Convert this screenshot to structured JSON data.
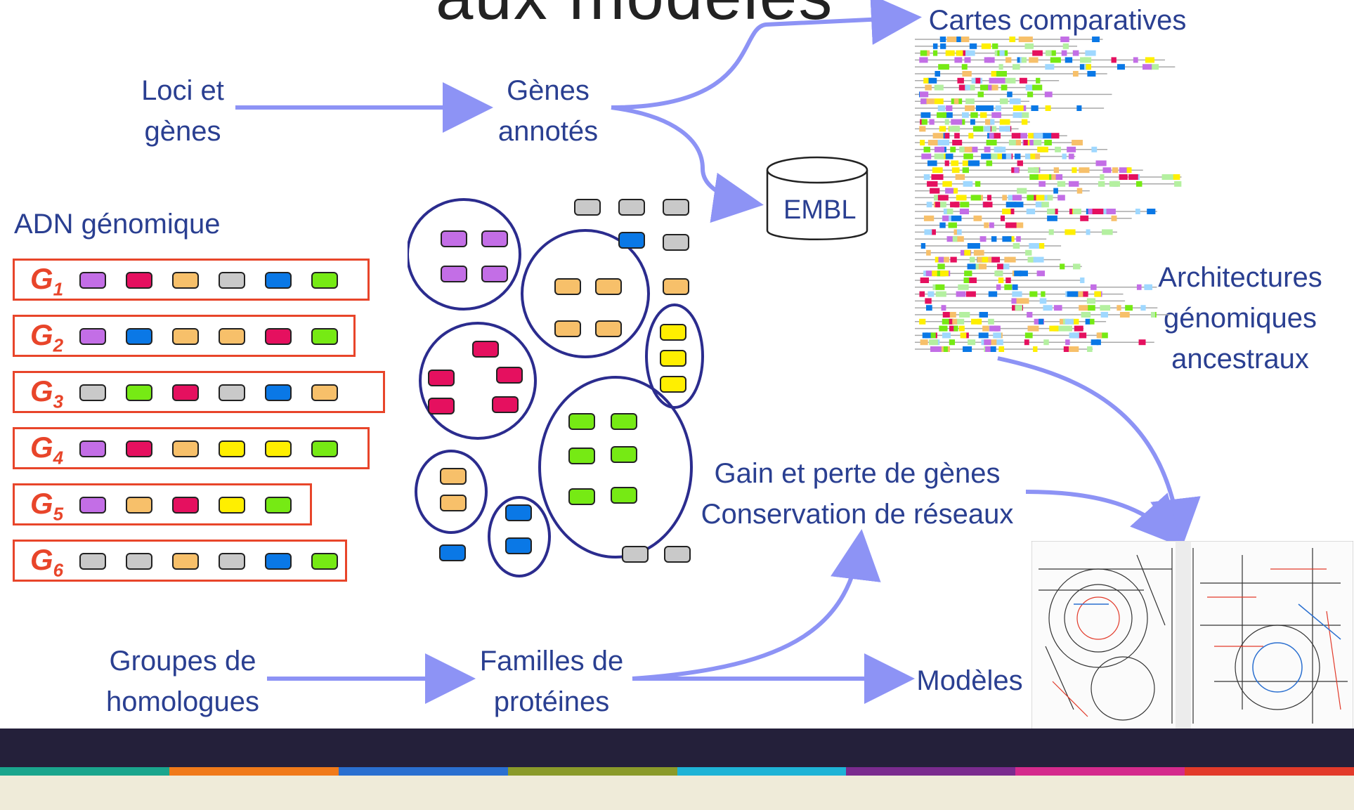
{
  "title_fragment": "aux modèles",
  "labels": {
    "loci": [
      "Loci et",
      "gènes"
    ],
    "genes_annotes": [
      "Gènes",
      "annotés"
    ],
    "embl": "EMBL",
    "cartes": "Cartes comparatives",
    "adn": "ADN génomique",
    "architectures": [
      "Architectures",
      "génomiques",
      "ancestraux"
    ],
    "gain": [
      "Gain et perte de gènes",
      "Conservation de réseaux"
    ],
    "groupes": [
      "Groupes de",
      "homologues"
    ],
    "familles": [
      "Familles de",
      "protéines"
    ],
    "modeles": "Modèles"
  },
  "genomes": [
    {
      "name": "G",
      "sub": "1",
      "genes": [
        "violet",
        "pink",
        "orange",
        "gray",
        "blue",
        "green"
      ]
    },
    {
      "name": "G",
      "sub": "2",
      "genes": [
        "violet",
        "blue",
        "orange",
        "orange",
        "pink",
        "green"
      ]
    },
    {
      "name": "G",
      "sub": "3",
      "genes": [
        "gray",
        "green",
        "pink",
        "gray",
        "blue",
        "orange"
      ]
    },
    {
      "name": "G",
      "sub": "4",
      "genes": [
        "violet",
        "pink",
        "orange",
        "yellow",
        "yellow",
        "green"
      ]
    },
    {
      "name": "G",
      "sub": "5",
      "genes": [
        "violet",
        "orange",
        "pink",
        "yellow",
        "green"
      ]
    },
    {
      "name": "G",
      "sub": "6",
      "genes": [
        "gray",
        "gray",
        "orange",
        "gray",
        "blue",
        "green"
      ]
    }
  ],
  "colors": {
    "violet": "#c36ee6",
    "pink": "#e5105f",
    "orange": "#f7c06a",
    "gray": "#c9c9c9",
    "blue": "#0a78e6",
    "green": "#76ea14",
    "yellow": "#ffef00",
    "arrow": "#8d93f5",
    "genome_border": "#e8452a",
    "ellipse": "#2b2c8e",
    "footer_dark": "#24203a",
    "footer_light": "#efebd9"
  },
  "footer_stripes": [
    "#1aa58d",
    "#f07a1a",
    "#2a6fd0",
    "#8a9a2a",
    "#1eb3d6",
    "#7a2b8e",
    "#d42a8c",
    "#e23a2a"
  ]
}
